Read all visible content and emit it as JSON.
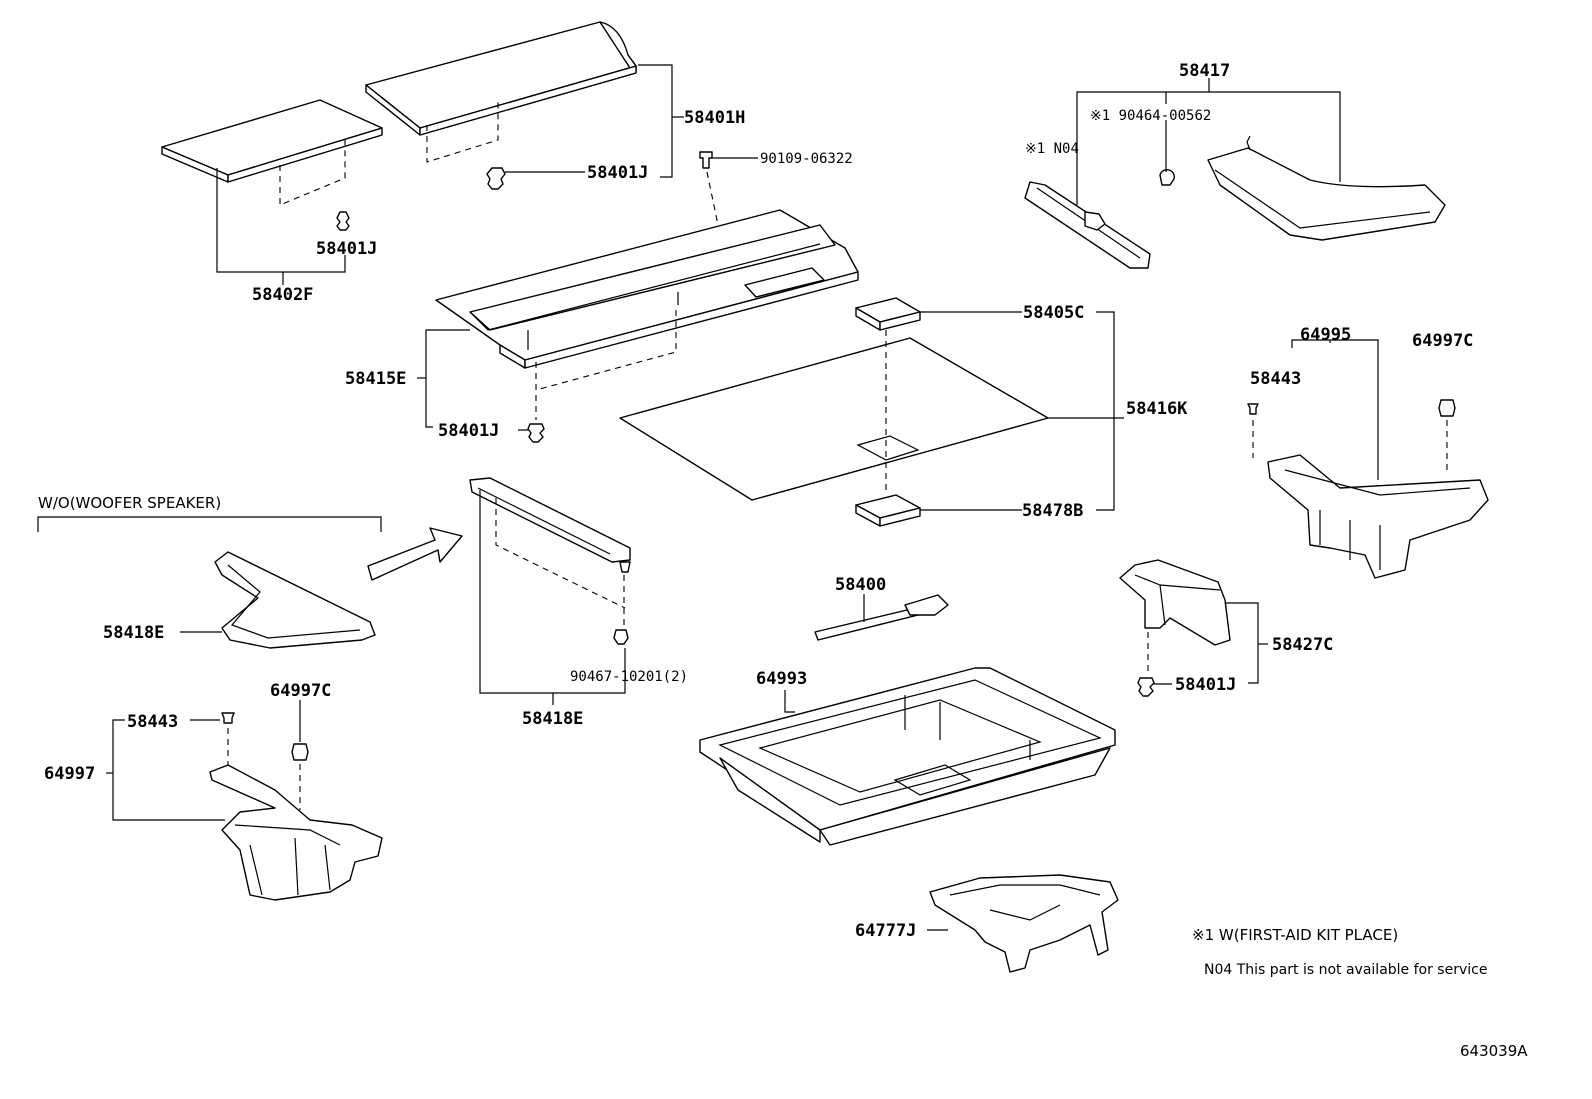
{
  "labels": {
    "p58401H": "58401H",
    "p58401J_a": "58401J",
    "p58401J_b": "58401J",
    "p58401J_c": "58401J",
    "p58401J_d": "58401J",
    "p58402F": "58402F",
    "p90109": "90109-06322",
    "p58417": "58417",
    "p90464": "※1 90464-00562",
    "pN04": "※1 N04",
    "p58405C": "58405C",
    "p58416K": "58416K",
    "p58478B": "58478B",
    "p58415E": "58415E",
    "p64995": "64995",
    "p64997C_a": "64997C",
    "p58443_a": "58443",
    "p58418E_a": "58418E",
    "p58418E_b": "58418E",
    "p90467": "90467-10201(2)",
    "p58400": "58400",
    "p58427C": "58427C",
    "p64993": "64993",
    "p58443_b": "58443",
    "p64997C_b": "64997C",
    "p64997": "64997",
    "p64777J": "64777J"
  },
  "condition_label": "W/O(WOOFER SPEAKER)",
  "notes": {
    "first_aid": "※1 W(FIRST-AID KIT PLACE)",
    "n04": "N04 This part is not available for service"
  },
  "diagram_id": "643039A"
}
